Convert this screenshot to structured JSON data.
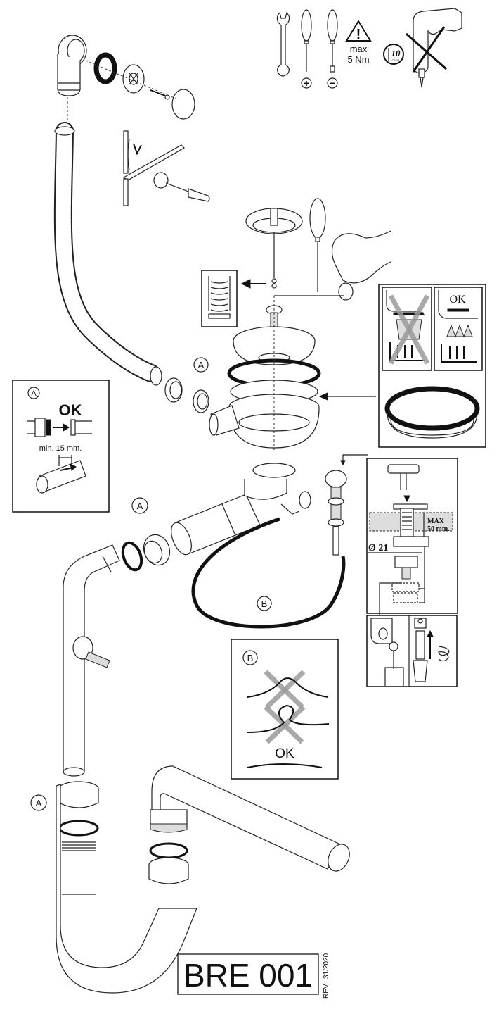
{
  "title": "Sink drain assembly instructions",
  "tools": {
    "wrench": "wrench-icon",
    "phillips": "phillips-screwdriver-icon",
    "flat": "flat-screwdriver-icon",
    "phillips_symbol": "+",
    "flat_symbol": "−",
    "warning_symbol": "!",
    "torque_line1": "max",
    "torque_line2": "5 Nm",
    "coin_value": "10",
    "coin_unit": "CENT",
    "no_power_drill": "no-power-drill-icon"
  },
  "callouts": {
    "a": "A",
    "b": "B"
  },
  "panel_a": {
    "label": "A",
    "ok": "OK",
    "min_length": "min. 15 mm."
  },
  "panel_seal": {
    "ok": "OK"
  },
  "panel_button": {
    "max_label": "MAX",
    "max_value": "50 mm.",
    "diameter": "Ø 21"
  },
  "panel_b": {
    "label": "B",
    "ok": "OK"
  },
  "footer": {
    "model": "BRE 001",
    "revision": "REV.: 31/2020"
  }
}
